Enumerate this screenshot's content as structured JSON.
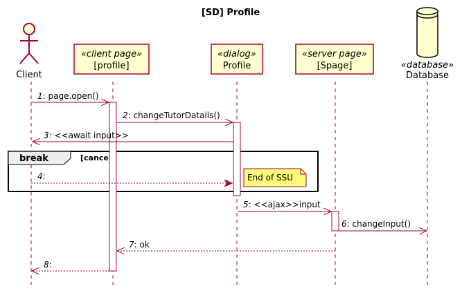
{
  "title": "[SD] Profile",
  "participants": [
    {
      "id": "client",
      "kind": "actor",
      "name": "Client"
    },
    {
      "id": "profile_page",
      "kind": "participant",
      "stereotype": "«client page»",
      "name": "[profile]"
    },
    {
      "id": "dialog",
      "kind": "participant",
      "stereotype": "«dialog»",
      "name": "Profile"
    },
    {
      "id": "spage",
      "kind": "participant",
      "stereotype": "«server page»",
      "name": "[Spage]"
    },
    {
      "id": "database",
      "kind": "database",
      "stereotype": "«database»",
      "name": "Database"
    }
  ],
  "messages": [
    {
      "num": "1",
      "text": ": page.open()"
    },
    {
      "num": "2",
      "text": ": changeTutorDatails()"
    },
    {
      "num": "3",
      "text": ": <<await input>>"
    },
    {
      "num": "4",
      "text": ":"
    },
    {
      "num": "5",
      "text": ": <<ajax>>input"
    },
    {
      "num": "6",
      "text": ": changeInput()"
    },
    {
      "num": "7",
      "text": ": ok"
    },
    {
      "num": "8",
      "text": ":"
    }
  ],
  "fragment": {
    "keyword": "break",
    "guard": "[cancel]"
  },
  "note": "End of SSU",
  "colors": {
    "line": "#A80036",
    "participant_fill": "#FEFECE",
    "lifeline": "#A80036",
    "text": "#000000"
  }
}
